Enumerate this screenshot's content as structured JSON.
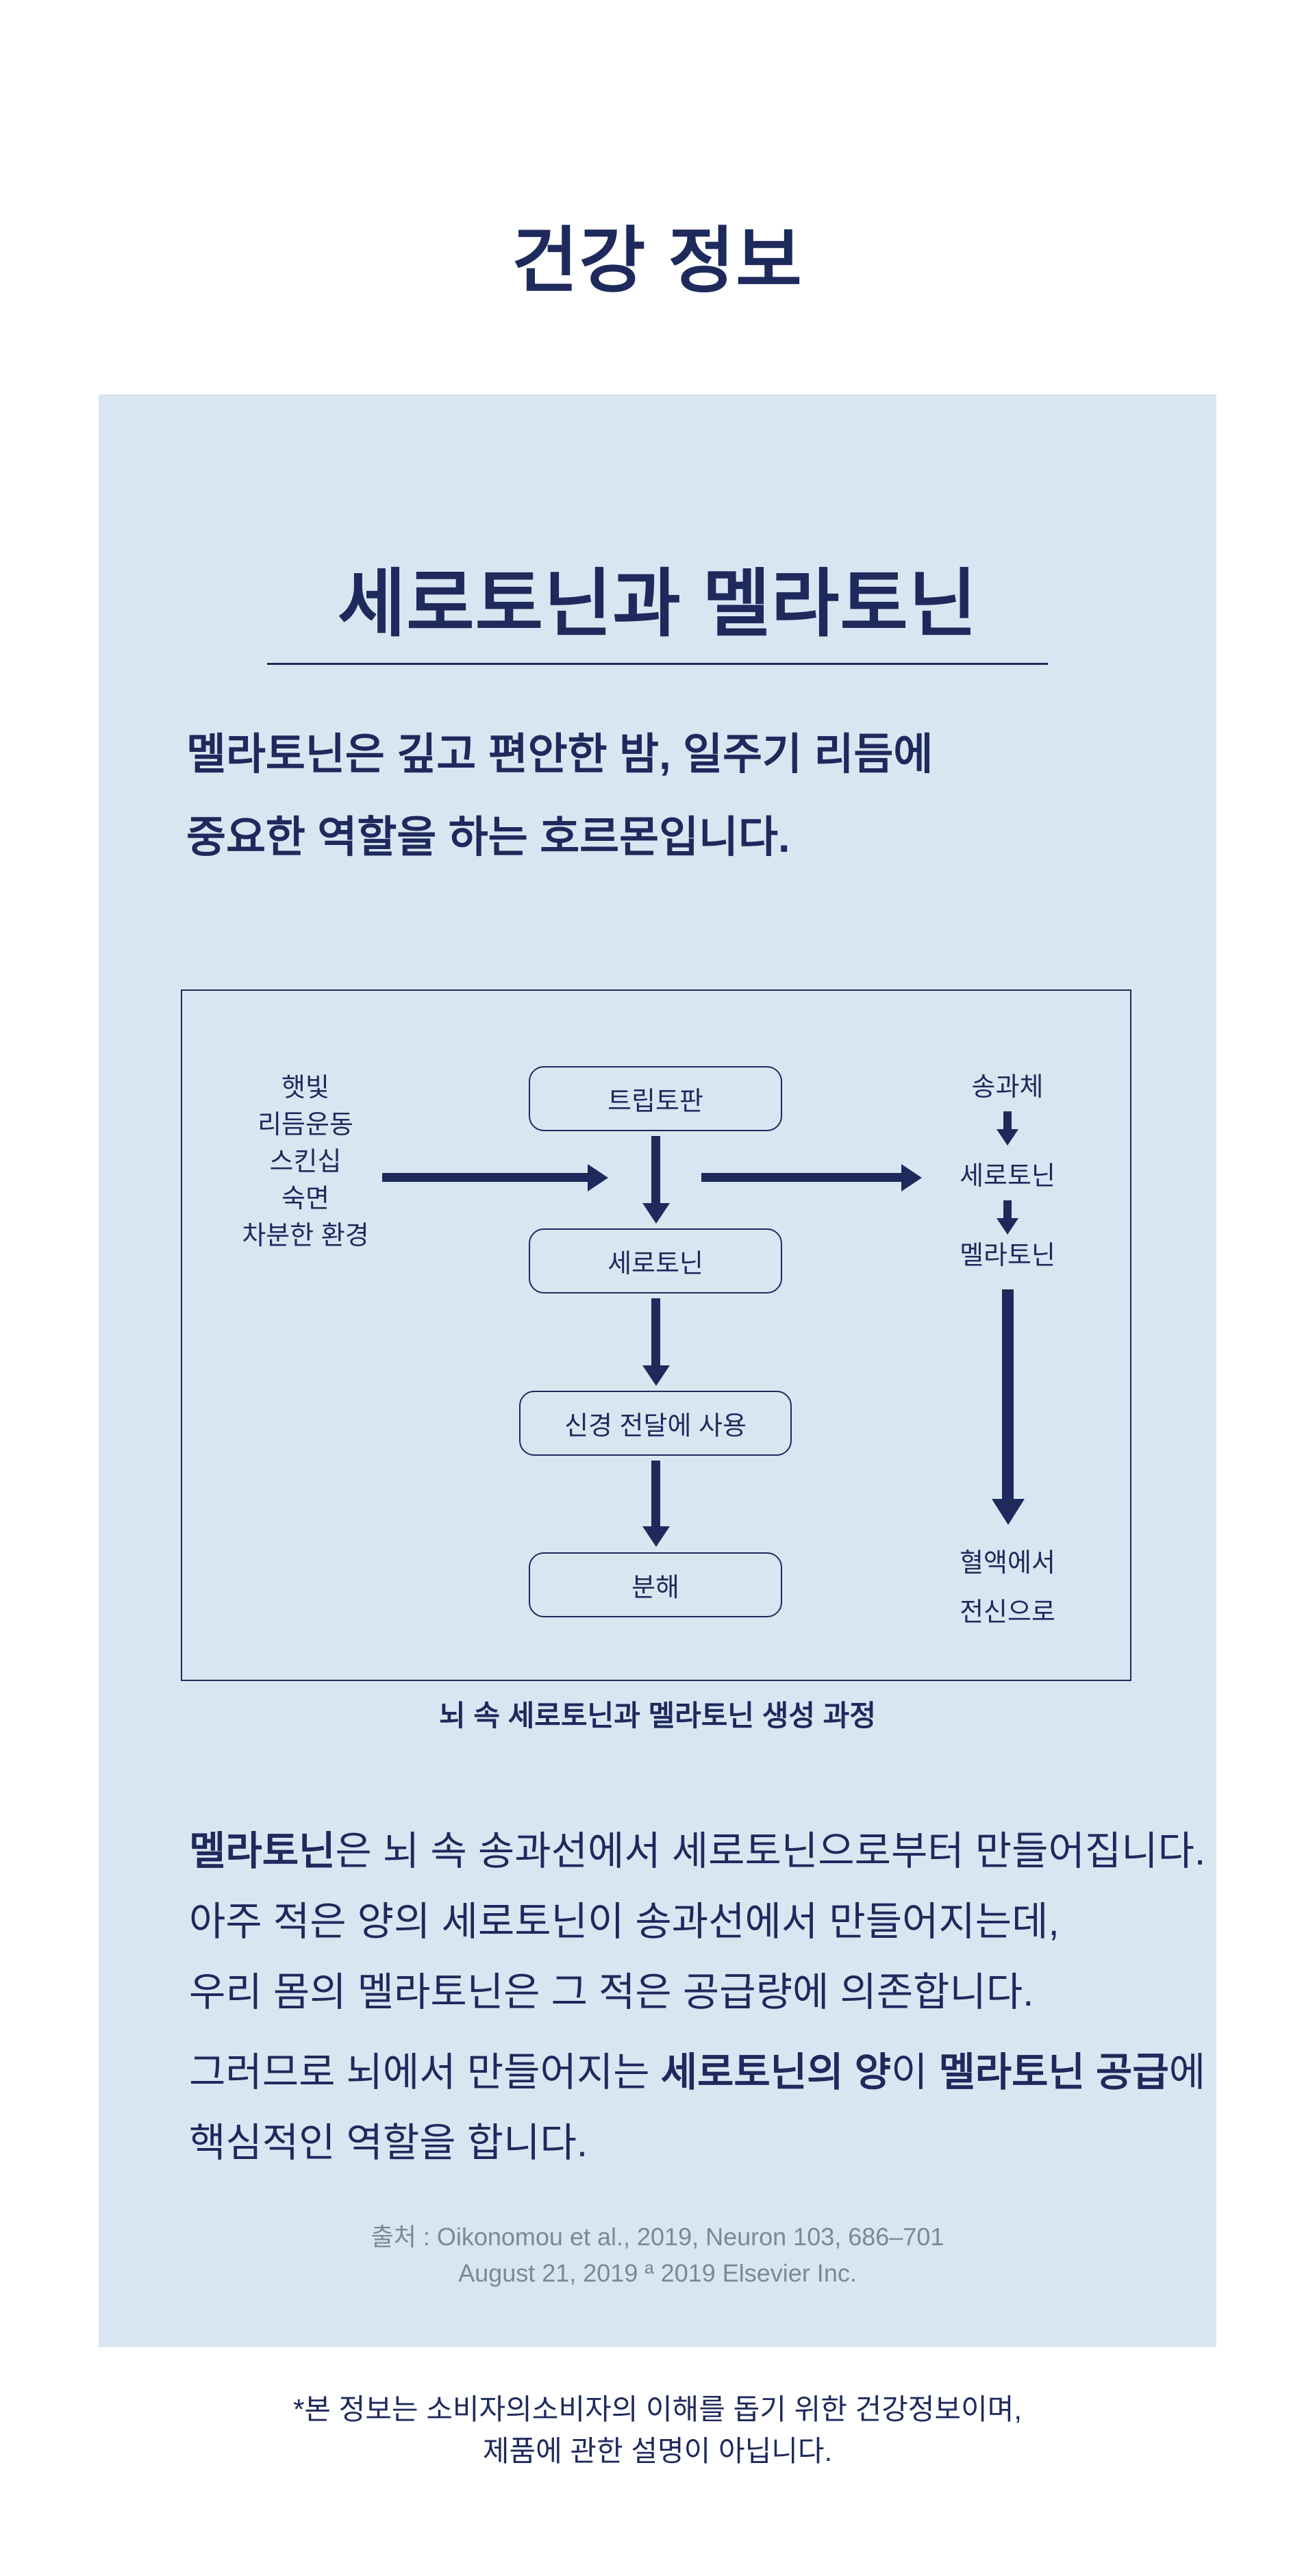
{
  "page_title": "건강 정보",
  "card": {
    "title": "세로토닌과 멜라토닌",
    "subtitle_line1": "멜라토닌은 깊고 편안한 밤, 일주기 리듬에",
    "subtitle_line2": "중요한 역할을 하는 호르몬입니다.",
    "diagram": {
      "factors": [
        "햇빛",
        "리듬운동",
        "스킨십",
        "숙면",
        "차분한 환경"
      ],
      "center_nodes": [
        "트립토판",
        "세로토닌",
        "신경 전달에 사용",
        "분해"
      ],
      "right_nodes": [
        "송과체",
        "세로토닌",
        "멜라토닌"
      ],
      "right_end_line1": "혈액에서",
      "right_end_line2": "전신으로",
      "caption": "뇌 속 세로토닌과 멜라토닌 생성 과정"
    },
    "body": {
      "p1_bold": "멜라토닌",
      "p1_rest": "은 뇌 속 송과선에서 세로토닌으로부터 만들어집니다.",
      "p1_line2": "아주 적은 양의 세로토닌이 송과선에서 만들어지는데,",
      "p1_line3": "우리 몸의 멜라토닌은 그 적은 공급량에 의존합니다.",
      "p2_part1": "그러므로 뇌에서 만들어지는 ",
      "p2_bold1": "세로토닌의 양",
      "p2_part2": "이 ",
      "p2_bold2": "멜라토닌 공급",
      "p2_part3": "에",
      "p2_line2": "핵심적인 역할을 합니다."
    },
    "source_line1": "출처 : Oikonomou et al., 2019, Neuron 103, 686–701",
    "source_line2": "August 21, 2019 ª 2019 Elsevier Inc."
  },
  "footer_line1": "*본 정보는 소비자의소비자의 이해를 돕기 위한 건강정보이며,",
  "footer_line2": "제품에 관한 설명이 아닙니다.",
  "colors": {
    "navy": "#1e2a5c",
    "panel": "#d9e6f2",
    "gray": "#7e8795"
  }
}
